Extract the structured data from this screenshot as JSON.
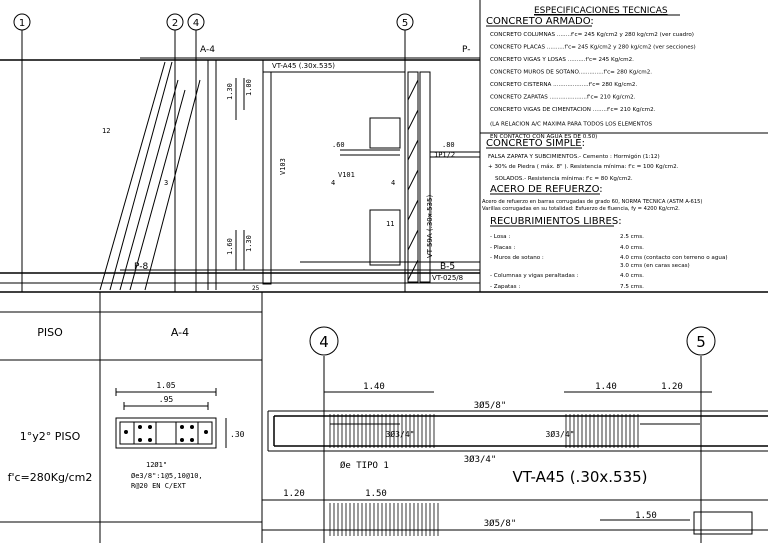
{
  "top_axes": {
    "a1": "1",
    "a2": "2",
    "a4": "4",
    "a5": "5"
  },
  "elevation": {
    "a4_label": "A-4",
    "p_label": "P-",
    "vt_label": "VT-A45 (.30x.535)",
    "dim_130": "1.30",
    "dim_100": "1.00",
    "v103": "V103",
    "dim_60": ".60",
    "v101": "V101",
    "dim_80": ".80",
    "dim_1p1": "1P1/2",
    "dim_11": "11",
    "dim_12": "12",
    "dim_3": "3",
    "dim_4a": "4",
    "dim_4b": "4",
    "dim_160": "1.60",
    "dim_130b": "1.30",
    "p8": "P-8",
    "b5": "B-5",
    "vt_025": "VT-025/8",
    "vt59a": "VT-59A (.30x.535)",
    "dim_25": "25"
  },
  "specs": {
    "title": "ESPECIFICACIONES TECNICAS",
    "concreto_armado": "CONCRETO ARMADO:",
    "ca_lines": [
      "CONCRETO COLUMNAS ........f'c= 245 Kg/cm2 y 280 kg/cm2 (ver cuadro)",
      "CONCRETO PLACAS ..........f'c= 245 Kg/cm2 y 280 kg/cm2 (ver secciones)",
      "CONCRETO VIGAS Y LOSAS ..........f'c= 245 Kg/cm2.",
      "CONCRETO MUROS DE SOTANO..............f'c= 280 Kg/cm2.",
      "CONCRETO CISTERNA ....................f'c= 280 Kg/cm2.",
      "CONCRETO ZAPATAS .....................f'c= 210 Kg/cm2.",
      "CONCRETO VIGAS DE CIMENTACION ........f'c= 210 Kg/cm2.",
      "(LA RELACION A/C MAXIMA PARA TODOS LOS ELEMENTOS",
      "EN CONTACTO CON AGUA ES DE 0.50)"
    ],
    "concreto_simple": "CONCRETO SIMPLE:",
    "cs_lines": [
      "FALSA ZAPATA Y SUBCIMIENTOS.- Cemento : Hormigón (1:12)",
      "+ 30% de Piedra ( máx. 8\" ). Resistencia mínima: f'c = 100 Kg/cm2.",
      "SOLADOS.- Resistencia mínima: f'c = 80 Kg/cm2."
    ],
    "acero": "ACERO DE REFUERZO:",
    "acero_lines": [
      "Acero de refuerzo en barras corrugadas de grado 60, NORMA TECNICA (ASTM A-615)",
      "Varillas corrugadas en su totalidad: Esfuerzo de fluencia, fy = 4200 Kg/cm2."
    ],
    "recub": "RECUBRIMIENTOS LIBRES:",
    "recub_rows": [
      {
        "k": "- Losa :",
        "v": "2.5 cms."
      },
      {
        "k": "- Placas :",
        "v": "4.0 cms."
      },
      {
        "k": "- Muros de sotano :",
        "v": "4.0 cms (contacto con terreno o agua)"
      },
      {
        "k": "",
        "v": "3.0 cms (en caras secas)"
      },
      {
        "k": "- Columnas y vigas peraltadas :",
        "v": "4.0 cms."
      },
      {
        "k": "- Zapatas :",
        "v": "7.5 cms."
      }
    ]
  },
  "table": {
    "h_piso": "PISO",
    "h_a4": "A-4",
    "row_label1": "1°y2° PISO",
    "row_label2": "f'c=280Kg/cm2",
    "sec_dim_top": "1.05",
    "sec_dim_inner": ".95",
    "sec_dim_side": ".30",
    "sec_note1": "12Ø1\"",
    "sec_note2": "Øe3/8\":1@5,10@10,",
    "sec_note3": "R@20 EN C/EXT"
  },
  "beam": {
    "axis4": "4",
    "axis5": "5",
    "d_140a": "1.40",
    "d_140b": "1.40",
    "d_120": "1.20",
    "d_120b": "1.20",
    "d_150": "1.50",
    "d_150b": "1.50",
    "top_bar": "3Ø5/8\"",
    "bar_l": "3Ø3/4\"",
    "bar_r": "3Ø3/4\"",
    "bot_bar": "3Ø3/4\"",
    "tipo": "Øe TIPO 1",
    "title": "VT-A45 (.30x.535)",
    "bot_bar2": "3Ø5/8\""
  }
}
